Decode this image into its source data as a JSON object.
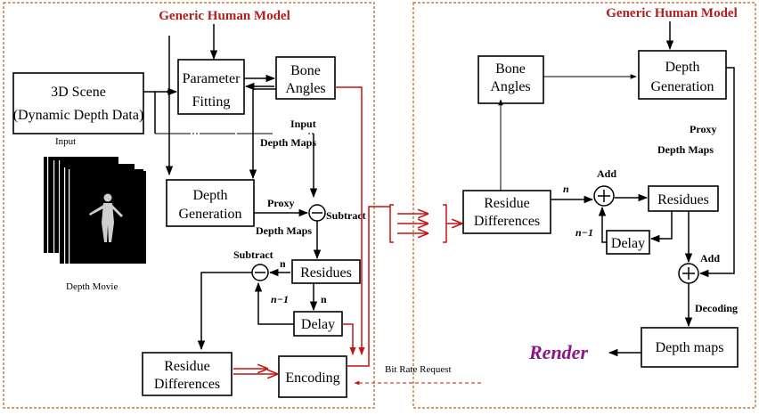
{
  "encoder": {
    "title": "Generic Human Model",
    "scene_line1": "3D Scene",
    "scene_line2": "(Dynamic Depth Data)",
    "input_label": "Input",
    "depth_movie_label": "Depth Movie",
    "param_line1": "Parameter",
    "param_line2": "Fitting",
    "bone_line1": "Bone",
    "bone_line2": "Angles",
    "input_depth_line1": "Input",
    "input_depth_line2": "Depth Maps",
    "depthgen_line1": "Depth",
    "depthgen_line2": "Generation",
    "proxy_line1": "Proxy",
    "proxy_line2": "Depth Maps",
    "subtract1": "Subtract",
    "subtract2": "Subtract",
    "residues": "Residues",
    "n1": "n",
    "n2": "n",
    "n_minus_1": "n−1",
    "delay": "Delay",
    "resdiff_line1": "Residue",
    "resdiff_line2": "Differences",
    "encoding": "Encoding",
    "bitrate": "Bit Rate Request"
  },
  "decoder": {
    "title": "Generic Human Model",
    "bone_line1": "Bone",
    "bone_line2": "Angles",
    "depthgen_line1": "Depth",
    "depthgen_line2": "Generation",
    "proxy_line1": "Proxy",
    "proxy_line2": "Depth Maps",
    "resdiff_line1": "Residue",
    "resdiff_line2": "Differences",
    "n": "n",
    "add1": "Add",
    "add2": "Add",
    "residues": "Residues",
    "n_minus_1": "n−1",
    "delay": "Delay",
    "decoding": "Decoding",
    "render": "Render",
    "depthmaps": "Depth maps"
  }
}
